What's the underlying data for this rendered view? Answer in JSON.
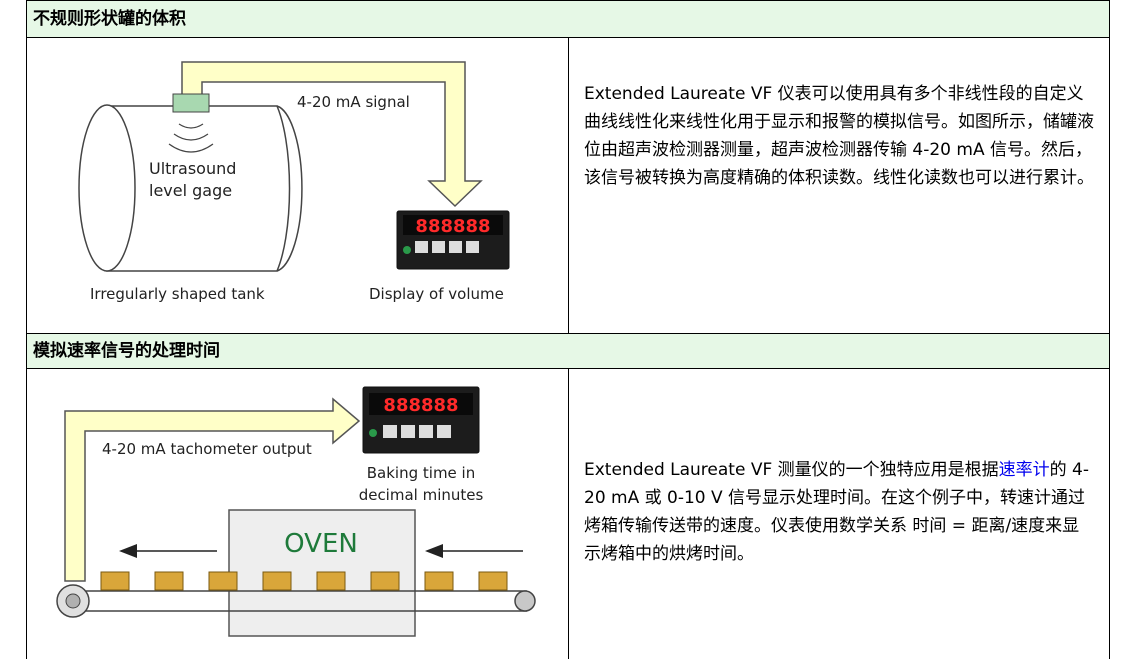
{
  "section1": {
    "title": "不规则形状罐的体积",
    "figure": {
      "signal_label": "4-20 mA signal",
      "gage_label_line1": "Ultrasound",
      "gage_label_line2": "level gage",
      "tank_label": "Irregularly shaped tank",
      "meter_label": "Display of volume",
      "meter_digits": "888888"
    },
    "description": "Extended Laureate VF 仪表可以使用具有多个非线性段的自定义曲线线性化来线性化用于显示和报警的模拟信号。如图所示，储罐液位由超声波检测器测量，超声波检测器传输 4-20 mA 信号。然后，该信号被转换为高度精确的体积读数。线性化读数也可以进行累计。"
  },
  "section2": {
    "title": "模拟速率信号的处理时间",
    "figure": {
      "tach_label": "4-20 mA tachometer output",
      "baking_line1": "Baking time in",
      "baking_line2": "decimal minutes",
      "oven_label": "OVEN",
      "meter_digits": "888888"
    },
    "description_before": "Extended Laureate VF 测量仪的一个独特应用是根据",
    "description_link": "速率计",
    "description_after": "的 4-20 mA 或 0-10 V 信号显示处理时间。在这个例子中，转速计通过烤箱传输传送带的速度。仪表使用数学关系 时间 = 距离/速度来显示烤箱中的烘烤时间。"
  },
  "colors": {
    "header_bg": "#e6f8e6",
    "signal_path_fill": "#ffffc8",
    "gage_fill": "#a8d8b0",
    "oven_text": "#1e7a3a",
    "box_fill": "#d9a63a",
    "meter_digit": "#ff2a2a",
    "link": "#0000ee"
  }
}
